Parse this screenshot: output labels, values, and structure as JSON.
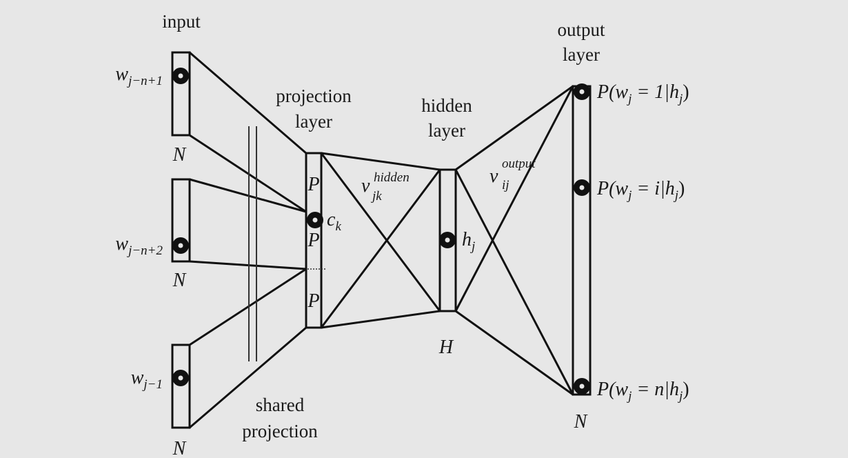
{
  "colors": {
    "background": "#e7e7e7",
    "ink": "#111111"
  },
  "labels": {
    "input": "input",
    "projection_1": "projection",
    "projection_2": "layer",
    "hidden_1": "hidden",
    "hidden_2": "layer",
    "output_1": "output",
    "output_2": "layer",
    "shared_1": "shared",
    "shared_2": "projection"
  },
  "input_units": [
    {
      "word": "w",
      "sub": "j−n+1",
      "size": "N"
    },
    {
      "word": "w",
      "sub": "j−n+2",
      "size": "N"
    },
    {
      "word": "w",
      "sub": "j−1",
      "size": "N"
    }
  ],
  "projection": {
    "segments": [
      "P",
      "P",
      "P"
    ],
    "unit": "c",
    "unit_sub": "k"
  },
  "weights": {
    "hidden": {
      "base": "v",
      "sup": "hidden",
      "sub": "jk"
    },
    "output": {
      "base": "v",
      "sup": "output",
      "sub": "ij"
    }
  },
  "hidden": {
    "unit": "h",
    "unit_sub": "j",
    "size": "H"
  },
  "outputs": [
    {
      "prefix": "P(w",
      "sub": "j",
      "eq": " = 1|h",
      "sub2": "j",
      "close": ")"
    },
    {
      "prefix": "P(w",
      "sub": "j",
      "eq": " = i|h",
      "sub2": "j",
      "close": ")"
    },
    {
      "prefix": "P(w",
      "sub": "j",
      "eq": " = n|h",
      "sub2": "j",
      "close": ")"
    }
  ],
  "output_size": "N"
}
